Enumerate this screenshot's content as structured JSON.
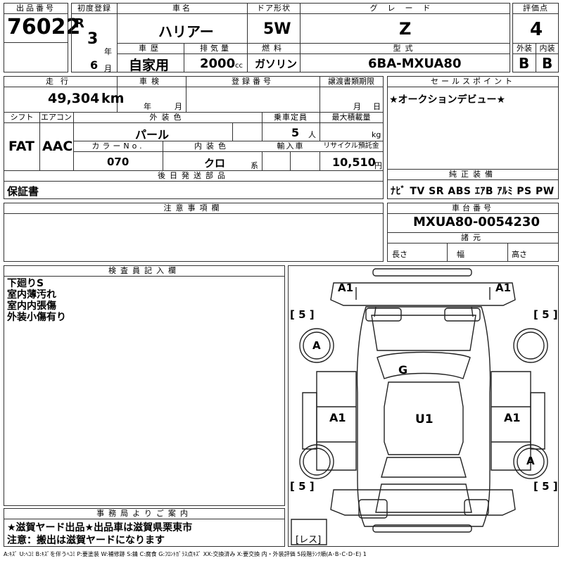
{
  "header": {
    "lot_no_label": "出品番号",
    "lot_no": "76022",
    "first_reg_label": "初度登録",
    "era": "R",
    "reg_year": "3",
    "year_unit": "年",
    "reg_month": "6",
    "month_unit": "月",
    "car_name_label": "車名",
    "car_name": "ハリアー",
    "door_label": "ドア形状",
    "door": "5W",
    "grade_label": "グレード",
    "grade": "Z",
    "score_label": "評価点",
    "score": "4",
    "history_label": "車歴",
    "history": "自家用",
    "displacement_label": "排気量",
    "displacement": "2000",
    "displacement_unit": "cc",
    "fuel_label": "燃料",
    "fuel": "ガソリン",
    "model_label": "型式",
    "model": "6BA-MXUA80",
    "exterior_label": "外装",
    "exterior": "B",
    "interior_label": "内装",
    "interior": "B"
  },
  "row2": {
    "mileage_label": "走行",
    "mileage": "49,304",
    "mileage_unit": "km",
    "inspection_label": "車検",
    "insp_year_unit": "年",
    "insp_month_unit": "月",
    "reg_no_label": "登録番号",
    "transfer_label": "譲渡書類期限",
    "transfer_month_unit": "月",
    "transfer_day_unit": "日",
    "sales_point_label": "セールスポイント",
    "sales_point": "★オークションデビュー★",
    "shift_label": "シフト",
    "shift": "FAT",
    "aircon_label": "エアコン",
    "aircon": "AAC",
    "ext_color_label": "外装色",
    "ext_color": "パール",
    "capacity_label": "乗車定員",
    "capacity": "5",
    "capacity_unit": "人",
    "max_load_label": "最大積載量",
    "max_load_unit": "kg",
    "color_no_label": "カラーNo.",
    "color_no": "070",
    "int_color_label": "内装色",
    "int_color": "クロ",
    "int_color_unit": "系",
    "import_label": "輸入車",
    "recycle_label": "リサイクル預託金",
    "recycle": "10,510",
    "recycle_unit": "円",
    "later_label": "後日発送部品",
    "later": "保証書",
    "equipment_label": "純正装備",
    "equipment": "ﾅﾋﾞ TV SR ABS ｴｱB ｱﾙﾐ PS PW",
    "notes_label": "注意事項欄",
    "chassis_label": "車台番号",
    "chassis": "MXUA80-0054230",
    "spec_label": "諸元",
    "length_label": "長さ",
    "width_label": "幅",
    "height_label": "高さ"
  },
  "inspector": {
    "label": "検査員記入欄",
    "lines": [
      "下廻りS",
      "室内薄汚れ",
      "室内内張傷",
      "外装小傷有り"
    ]
  },
  "office": {
    "label": "事務局よりご案内",
    "line1": "★滋賀ヤード出品★出品車は滋賀県栗東市",
    "line2": "注意：搬出は滋賀ヤードになります"
  },
  "diagram": {
    "marks": {
      "a1_front_left": "A1",
      "a1_front_right": "A1",
      "tire_fl": "5",
      "tire_fr": "5",
      "tire_rl": "5",
      "tire_rr": "5",
      "a_left": "A",
      "a_right": "A",
      "g": "G",
      "u1": "U1",
      "a1_mid_left": "A1",
      "a1_mid_right": "A1",
      "less": "レス"
    }
  },
  "legend": "A:ｷｽﾞ U:ﾍｺﾐ B:ｷｽﾞを伴うﾍｺﾐ P:要塗装 W:補修跡 S:錆 C:腐食 G:ﾌﾛﾝﾄｶﾞﾗｽ点ｷｽﾞ XX:交換済み X:要交換 内・外装評価 5段階ﾗﾝｸ順(A･B･C･D･E) 1"
}
